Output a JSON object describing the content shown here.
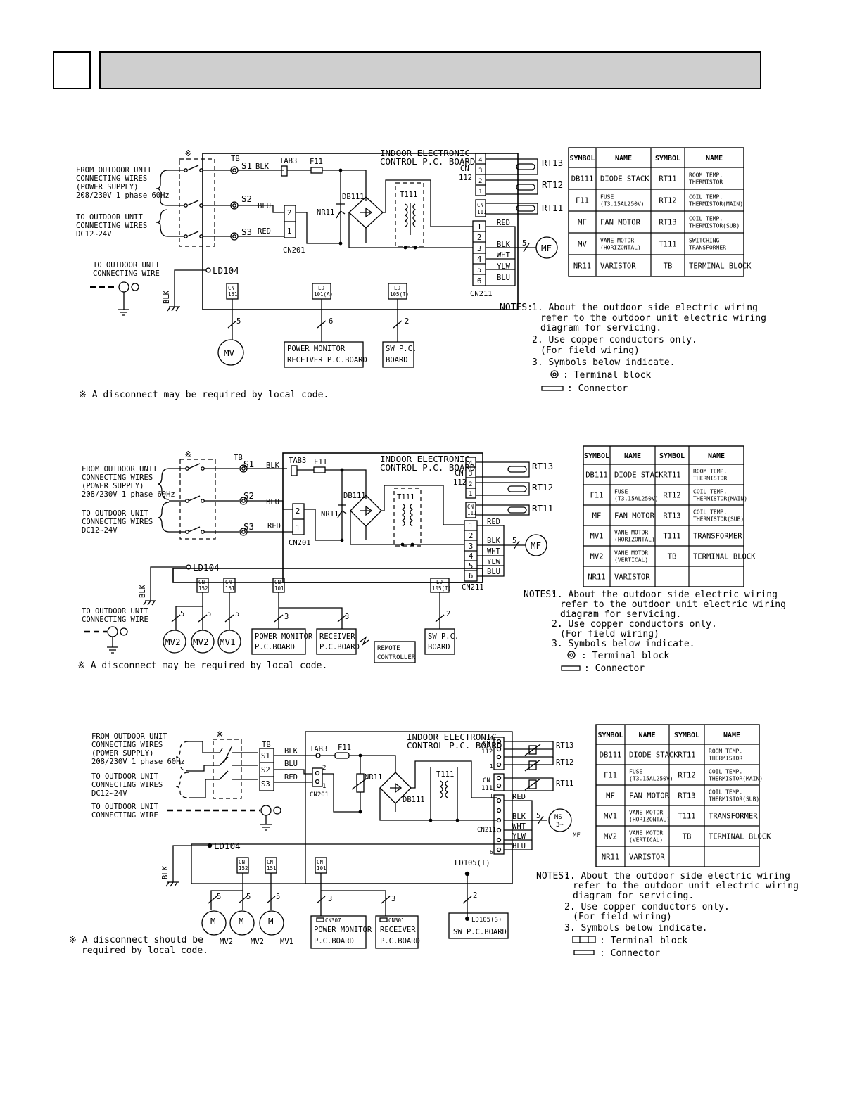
{
  "header": {
    "section_number": "",
    "title": ""
  },
  "labels": {
    "from_outdoor": [
      "FROM OUTDOOR UNIT",
      "CONNECTING WIRES",
      "(POWER SUPPLY)",
      "208/230V 1 phase 60Hz"
    ],
    "to_outdoor_dc": [
      "TO OUTDOOR UNIT",
      "CONNECTING WIRES",
      "DC12~24V"
    ],
    "to_outdoor_wire": [
      "TO OUTDOOR UNIT",
      "CONNECTING WIRE"
    ],
    "pcb_title": [
      "INDOOR ELECTRONIC",
      "CONTROL P.C. BOARD"
    ],
    "asterisk": "※",
    "tb": "TB",
    "s1": "S1",
    "s2": "S2",
    "s3": "S3",
    "blk": "BLK",
    "blu": "BLU",
    "red": "RED",
    "wht": "WHT",
    "ylw": "YLW",
    "tab3": "TAB3",
    "f11": "F11",
    "nr11": "NR11",
    "db111": "DB111",
    "t111": "T111",
    "cn201": "CN201",
    "cn211": "CN211",
    "cn": "CN",
    "cn112": "112",
    "cn111": "111",
    "cn151": "151",
    "cn152": "152",
    "cn101": "101",
    "rt13": "RT13",
    "rt12": "RT12",
    "rt11": "RT11",
    "ld104": "LD104",
    "ld": "LD",
    "ld101a": "101(A)",
    "ld105t": "105(T)",
    "ld105t_full": "LD105(T)",
    "ld105s": "LD105(S)",
    "mf": "MF",
    "mv": "MV",
    "mv1": "MV1",
    "mv2": "MV2",
    "power_monitor_receiver": [
      "POWER MONITOR",
      "RECEIVER P.C.BOARD"
    ],
    "sw_pc_board": [
      "SW P.C.",
      "BOARD"
    ],
    "sw_pc_board_one": "SW P.C.BOARD",
    "power_monitor": [
      "POWER MONITOR",
      "P.C.BOARD"
    ],
    "receiver": [
      "RECEIVER",
      "P.C.BOARD"
    ],
    "remote": [
      "REMOTE",
      "CONTROLLER"
    ],
    "cn307": "CN307",
    "cn301": "CN301",
    "m": "M",
    "ms": "MS",
    "ms3": "3~",
    "wire5": "5",
    "wire6": "6",
    "wire3": "3",
    "wire2": "2",
    "pins": [
      "1",
      "2",
      "3",
      "4",
      "5",
      "6"
    ],
    "disconnect_may": "※ A disconnect may be required by local code.",
    "disconnect_should": [
      "※ A disconnect should be",
      "required by local code."
    ]
  },
  "notes": {
    "title": "NOTES:",
    "n1": [
      "1. About the outdoor side electric wiring",
      "refer to the outdoor unit electric wiring",
      "diagram for servicing."
    ],
    "n2": [
      "2. Use copper conductors only.",
      "(For field wiring)"
    ],
    "n3": "3. Symbols below indicate.",
    "terminal_block": ": Terminal block",
    "connector": ": Connector"
  },
  "tables": {
    "headers": [
      "SYMBOL",
      "NAME",
      "SYMBOL",
      "NAME"
    ],
    "table1": [
      [
        "DB111",
        "DIODE STACK",
        "RT11",
        "ROOM TEMP.|THERMISTOR"
      ],
      [
        "F11",
        "FUSE|(T3.15AL250V)",
        "RT12",
        "COIL TEMP.|THERMISTOR(MAIN)"
      ],
      [
        "MF",
        "FAN MOTOR",
        "RT13",
        "COIL TEMP.|THERMISTOR(SUB)"
      ],
      [
        "MV",
        "VANE MOTOR|(HORIZONTAL)",
        "T111",
        "SWITCHING|TRANSFORMER"
      ],
      [
        "NR11",
        "VARISTOR",
        "TB",
        "TERMINAL BLOCK"
      ]
    ],
    "table2": [
      [
        "DB111",
        "DIODE STACK",
        "RT11",
        "ROOM TEMP.|THERMISTOR"
      ],
      [
        "F11",
        "FUSE|(T3.15AL250V)",
        "RT12",
        "COIL TEMP.|THERMISTOR(MAIN)"
      ],
      [
        "MF",
        "FAN MOTOR",
        "RT13",
        "COIL TEMP.|THERMISTOR(SUB)"
      ],
      [
        "MV1",
        "VANE MOTOR|(HORIZONTAL)",
        "T111",
        "TRANSFORMER"
      ],
      [
        "MV2",
        "VANE MOTOR|(VERTICAL)",
        "TB",
        "TERMINAL BLOCK"
      ],
      [
        "NR11",
        "VARISTOR",
        "",
        ""
      ]
    ],
    "table3": [
      [
        "DB111",
        "DIODE STACK",
        "RT11",
        "ROOM TEMP.|THERMISTOR"
      ],
      [
        "F11",
        "FUSE|(T3.15AL250V)",
        "RT12",
        "COIL TEMP.|THERMISTOR(MAIN)"
      ],
      [
        "MF",
        "FAN MOTOR",
        "RT13",
        "COIL TEMP.|THERMISTOR(SUB)"
      ],
      [
        "MV1",
        "VANE MOTOR|(HORIZONTAL)",
        "T111",
        "TRANSFORMER"
      ],
      [
        "MV2",
        "VANE MOTOR|(VERTICAL)",
        "TB",
        "TERMINAL BLOCK"
      ],
      [
        "NR11",
        "VARISTOR",
        "",
        ""
      ]
    ]
  }
}
